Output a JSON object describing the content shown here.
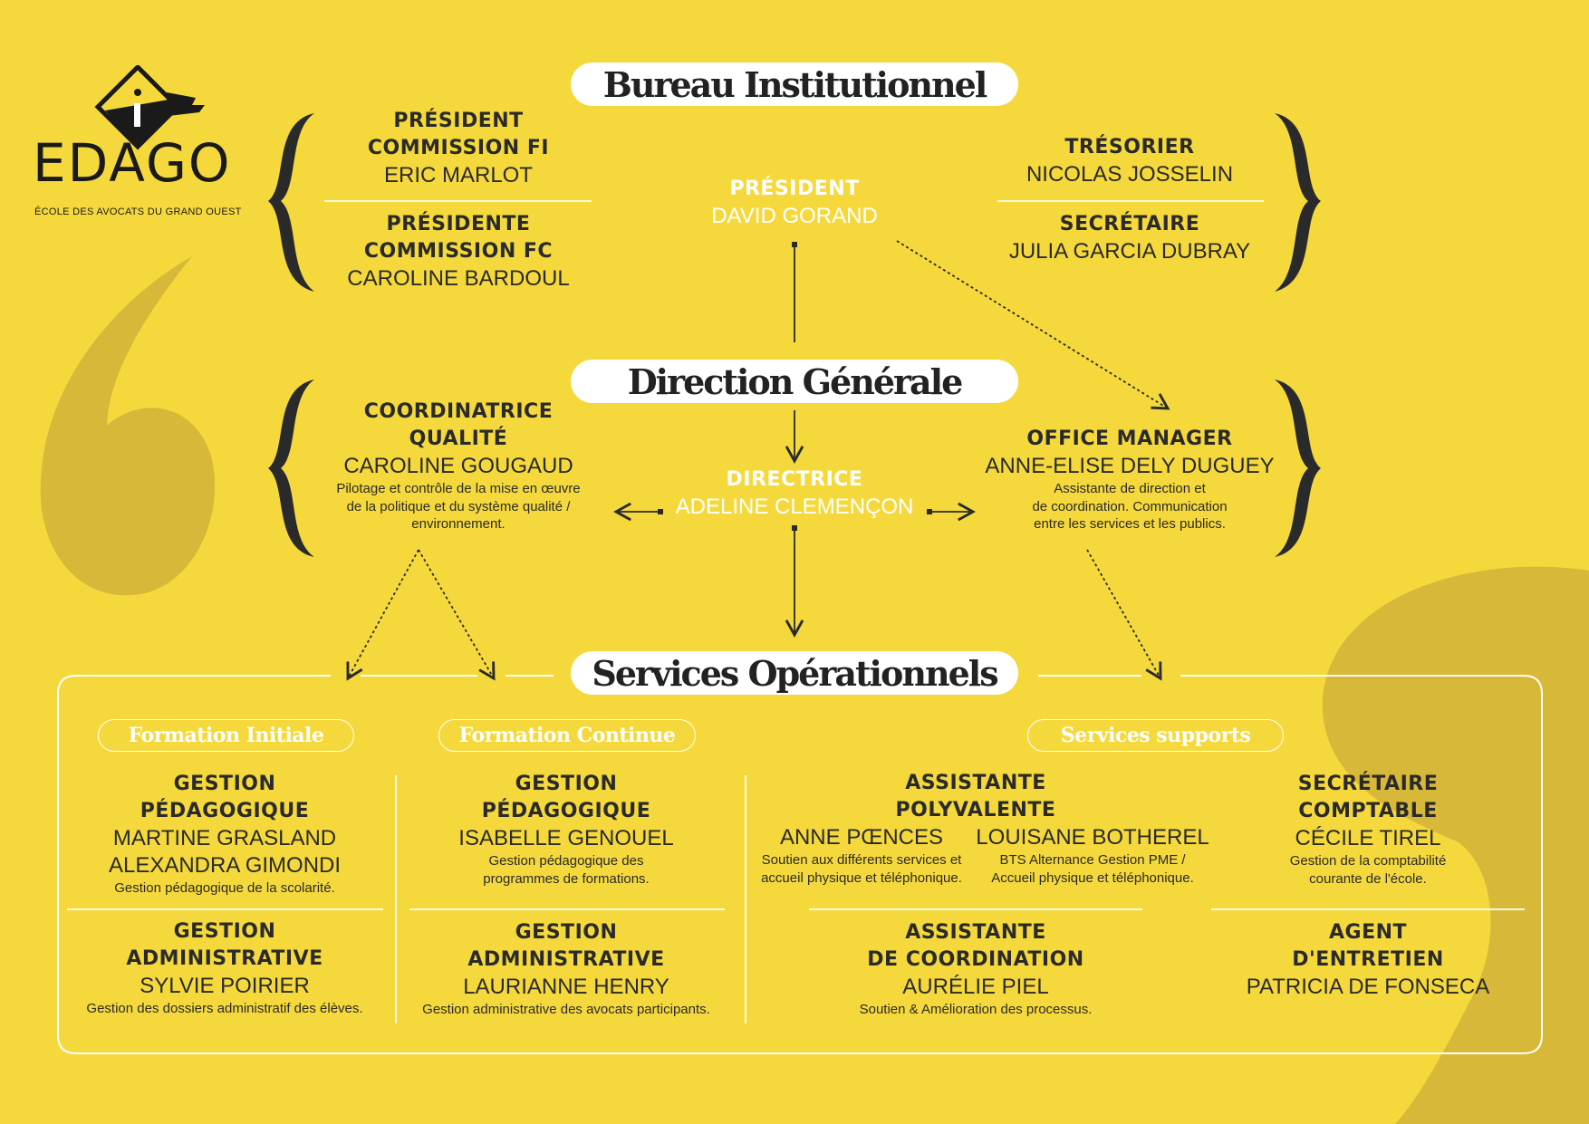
{
  "logo": {
    "name": "EDAGO",
    "tagline": "ÉCOLE DES AVOCATS DU GRAND OUEST"
  },
  "bureau": {
    "title": "Bureau Institutionnel",
    "left": [
      {
        "role": [
          "PRÉSIDENT",
          "COMMISSION FI"
        ],
        "name": "ERIC MARLOT"
      },
      {
        "role": [
          "PRÉSIDENTE",
          "COMMISSION FC"
        ],
        "name": "CAROLINE BARDOUL"
      }
    ],
    "center": {
      "role": "PRÉSIDENT",
      "name": "DAVID GORAND"
    },
    "right": [
      {
        "role": "TRÉSORIER",
        "name": "NICOLAS JOSSELIN"
      },
      {
        "role": "SECRÉTAIRE",
        "name": "JULIA GARCIA DUBRAY"
      }
    ]
  },
  "direction": {
    "title": "Direction Générale",
    "left": {
      "role": [
        "COORDINATRICE",
        "QUALITÉ"
      ],
      "name": "CAROLINE GOUGAUD",
      "desc": [
        "Pilotage et contrôle de la mise en œuvre",
        "de la politique et du système qualité /",
        "environnement."
      ]
    },
    "center": {
      "role": "DIRECTRICE",
      "name": "ADELINE CLEMENÇON"
    },
    "right": {
      "role": "OFFICE MANAGER",
      "name": "ANNE-ELISE DELY DUGUEY",
      "desc": [
        "Assistante de direction et",
        "de coordination. Communication",
        "entre les services et les publics."
      ]
    }
  },
  "services": {
    "title": "Services Opérationnels",
    "groups": [
      "Formation Initiale",
      "Formation Continue",
      "Services supports"
    ],
    "fi": [
      {
        "role": [
          "GESTION",
          "PÉDAGOGIQUE"
        ],
        "names": [
          "MARTINE GRASLAND",
          "ALEXANDRA GIMONDI"
        ],
        "desc": "Gestion pédagogique de la scolarité."
      },
      {
        "role": [
          "GESTION",
          "ADMINISTRATIVE"
        ],
        "names": [
          "SYLVIE POIRIER"
        ],
        "desc": "Gestion des dossiers administratif des élèves."
      }
    ],
    "fc": [
      {
        "role": [
          "GESTION",
          "PÉDAGOGIQUE"
        ],
        "names": [
          "ISABELLE GENOUEL"
        ],
        "desc": [
          "Gestion pédagogique des",
          "programmes de formations."
        ]
      },
      {
        "role": [
          "GESTION",
          "ADMINISTRATIVE"
        ],
        "names": [
          "LAURIANNE HENRY"
        ],
        "desc": "Gestion administrative des avocats participants."
      }
    ],
    "support": {
      "polyvalente": {
        "role": [
          "ASSISTANTE",
          "POLYVALENTE"
        ],
        "people": [
          {
            "name": "ANNE PŒNCES",
            "desc": [
              "Soutien aux différents services et",
              "accueil physique et téléphonique."
            ]
          },
          {
            "name": "LOUISANE BOTHEREL",
            "desc": [
              "BTS Alternance Gestion PME /",
              "Accueil physique et téléphonique."
            ]
          }
        ]
      },
      "coordination": {
        "role": [
          "ASSISTANTE",
          "DE COORDINATION"
        ],
        "name": "AURÉLIE PIEL",
        "desc": "Soutien & Amélioration des processus."
      },
      "comptable": {
        "role": [
          "SECRÉTAIRE",
          "COMPTABLE"
        ],
        "name": "CÉCILE TIREL",
        "desc": [
          "Gestion de la comptabilité",
          "courante de l'école."
        ]
      },
      "entretien": {
        "role": [
          "AGENT",
          "D'ENTRETIEN"
        ],
        "name": "PATRICIA DE FONSECA"
      }
    }
  },
  "colors": {
    "background": "#f5d93c",
    "decor": "#d8b838",
    "text": "#2a2a2a",
    "white": "#ffffff"
  }
}
